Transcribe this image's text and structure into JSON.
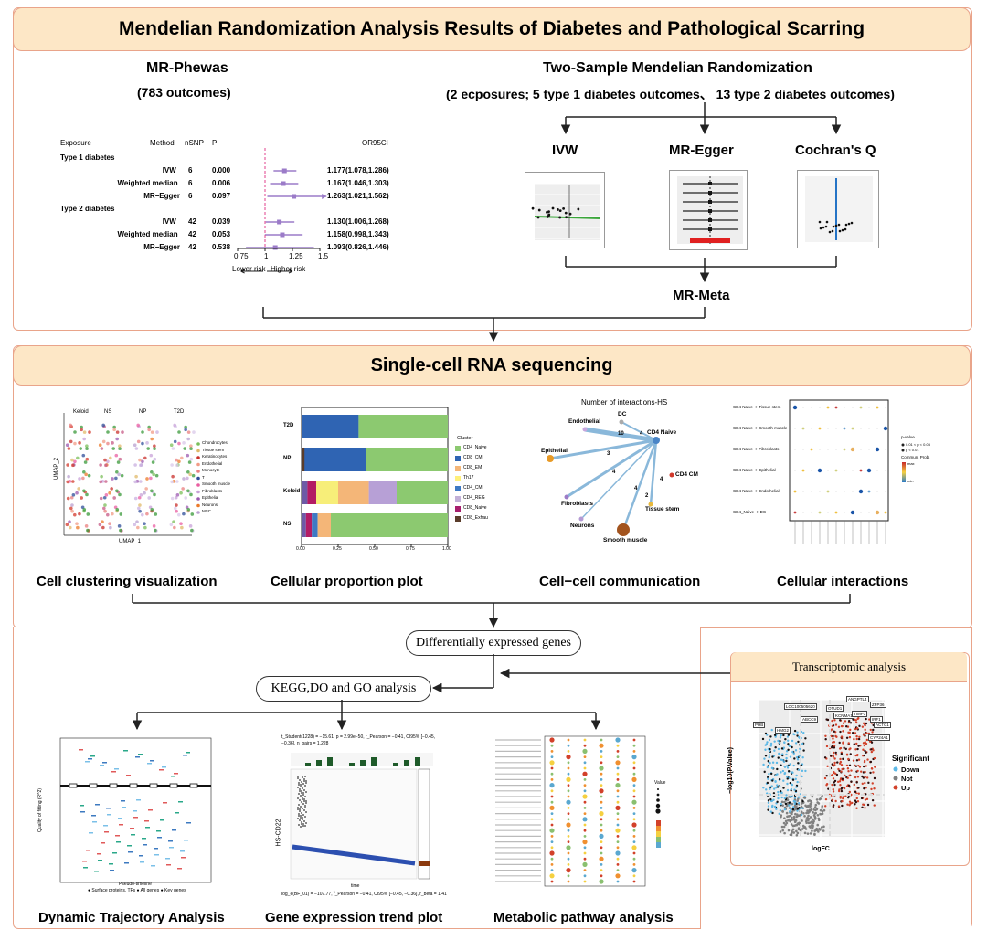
{
  "title": "Mendelian Randomization Analysis Results of Diabetes and Pathological Scarring",
  "mr_phewas": {
    "title": "MR-Phewas",
    "subtitle": "(783 outcomes)"
  },
  "two_sample": {
    "title": "Two-Sample Mendelian Randomization",
    "subtitle": "(2 ecposures; 5 type 1 diabetes outcomes、 13 type 2 diabetes outcomes)"
  },
  "methods": {
    "ivw": "IVW",
    "egger": "MR-Egger",
    "cochran": "Cochran's Q",
    "meta": "MR-Meta"
  },
  "forest": {
    "headers": {
      "exposure": "Exposure",
      "method": "Method",
      "nsnp": "nSNP",
      "p": "P",
      "or": "OR95CI"
    },
    "groups": [
      {
        "name": "Type 1 diabetes",
        "rows": [
          {
            "method": "IVW",
            "nsnp": "6",
            "p": "0.000",
            "or_text": "1.177(1.078,1.286)",
            "or": 1.177,
            "lo": 1.078,
            "hi": 1.286
          },
          {
            "method": "Weighted median",
            "nsnp": "6",
            "p": "0.006",
            "or_text": "1.167(1.046,1.303)",
            "or": 1.167,
            "lo": 1.046,
            "hi": 1.303
          },
          {
            "method": "MR−Egger",
            "nsnp": "6",
            "p": "0.097",
            "or_text": "1.263(1.021,1.562)",
            "or": 1.263,
            "lo": 1.021,
            "hi": 1.562
          }
        ]
      },
      {
        "name": "Type 2 diabetes",
        "rows": [
          {
            "method": "IVW",
            "nsnp": "42",
            "p": "0.039",
            "or_text": "1.130(1.006,1.268)",
            "or": 1.13,
            "lo": 1.006,
            "hi": 1.268
          },
          {
            "method": "Weighted median",
            "nsnp": "42",
            "p": "0.053",
            "or_text": "1.158(0.998,1.343)",
            "or": 1.158,
            "lo": 0.998,
            "hi": 1.343
          },
          {
            "method": "MR−Egger",
            "nsnp": "42",
            "p": "0.538",
            "or_text": "1.093(0.826,1.446)",
            "or": 1.093,
            "lo": 0.826,
            "hi": 1.446
          }
        ]
      }
    ],
    "ticks": [
      "0.75",
      "1",
      "1.25",
      "1.5"
    ],
    "lower_risk": "Lower risk",
    "higher_risk": "Higher risk"
  },
  "scrna": {
    "title": "Single-cell RNA sequencing",
    "umap": {
      "groups": [
        "Keloid",
        "NS",
        "NP",
        "T2D"
      ],
      "ylabel": "UMAP_2",
      "xlabel": "UMAP_1",
      "legend": [
        "Chondrocytes",
        "Tissue stem",
        "Keratinocytes",
        "Endothelial",
        "Monocyte",
        "T",
        "Smooth muscle",
        "Fibroblasts",
        "Epithelial",
        "Neurons",
        "MSC"
      ]
    },
    "proportion": {
      "rows": [
        "T2D",
        "NP",
        "Keloid",
        "NS"
      ],
      "ticks": [
        "0.00",
        "0.25",
        "0.50",
        "0.75",
        "1.00"
      ],
      "legend_title": "Cluster",
      "legend": [
        "CD4_Naive",
        "CD8_CM",
        "CD8_EM",
        "Th17",
        "CD4_CM",
        "CD4_REG",
        "CD8_Naive",
        "CD8_Exhau"
      ]
    },
    "network": {
      "title": "Number of interactions-HS",
      "nodes": [
        "Endothelial",
        "DC",
        "CD4 Naive",
        "Epithelial",
        "CD4 CM",
        "Fibroblasts",
        "Tissue stem",
        "Neurons",
        "Smooth muscle"
      ],
      "edges": [
        "10",
        "4",
        "3",
        "4",
        "4",
        "2",
        "4"
      ]
    },
    "interactions": {
      "rows": [
        "CD4 Naive -> Tissue stem",
        "CD4 Naive -> Smooth muscle",
        "CD4 Naive -> Fibroblasts",
        "CD4 Naive -> Epithelial",
        "CD4 Naive -> Endothelial",
        "CD4_Naive -> DC"
      ],
      "legend_title": "p-value",
      "legend": [
        "0.01 < p < 0.05",
        "p < 0.01"
      ],
      "legend2": "Commun. Prob.",
      "legend2_hi": "max",
      "legend2_lo": "min"
    },
    "captions": [
      "Cell clustering visualization",
      "Cellular proportion plot",
      "Cell−cell communication",
      "Cellular interactions"
    ]
  },
  "deg": "Differentially expressed genes",
  "kegg": "KEGG,DO and GO analysis",
  "transcriptomic": {
    "title": "Transcriptomic analysis",
    "ylabel": "−log10(P.Value)",
    "xlabel": "logFC",
    "legend_title": "Significant",
    "legend": [
      "Down",
      "Not",
      "Up"
    ],
    "genes": [
      "LOC100505620",
      "ANGPTL4",
      "ABCC9",
      "PHB",
      "OTUD1",
      "ZFP36",
      "HMG2",
      "KCNMA1",
      "TIMP3",
      "IRF1",
      "ACTC1",
      "CYP24A1"
    ]
  },
  "bottom": {
    "captions": [
      "Dynamic Trajectory Analysis",
      "Gene expression trend plot",
      "Metabolic pathway analysis"
    ],
    "trajectory": {
      "xlabel": "Pseudo-timeline",
      "ylabel": "Quality of fitting (R^2)",
      "legend": "● Surface proteins, TFs  ● All genes  ● Key genes"
    },
    "trend": {
      "stat": "t_Student(1228) = −15.61, p = 2.99e−50, r̂_Pearson = −0.41, CI95% [−0.45, −0.36], n_pairs = 1,228",
      "ylabel": "HS-CD22",
      "xlabel": "time",
      "footer": "log_e(BF_01) = −107.77, r̂_Pearson = −0.41, CI95% [−0.45, −0.36], r_beta = 1.41"
    },
    "metabolic": {
      "legend_title": "Value"
    }
  },
  "colors": {
    "header_bg": "#fde7c6",
    "border": "#e9a48a",
    "purple": "#9b7bc8",
    "blue": "#2f64b3",
    "green": "#8cc970",
    "red": "#d2412a",
    "lightblue": "#5bb6d9"
  }
}
